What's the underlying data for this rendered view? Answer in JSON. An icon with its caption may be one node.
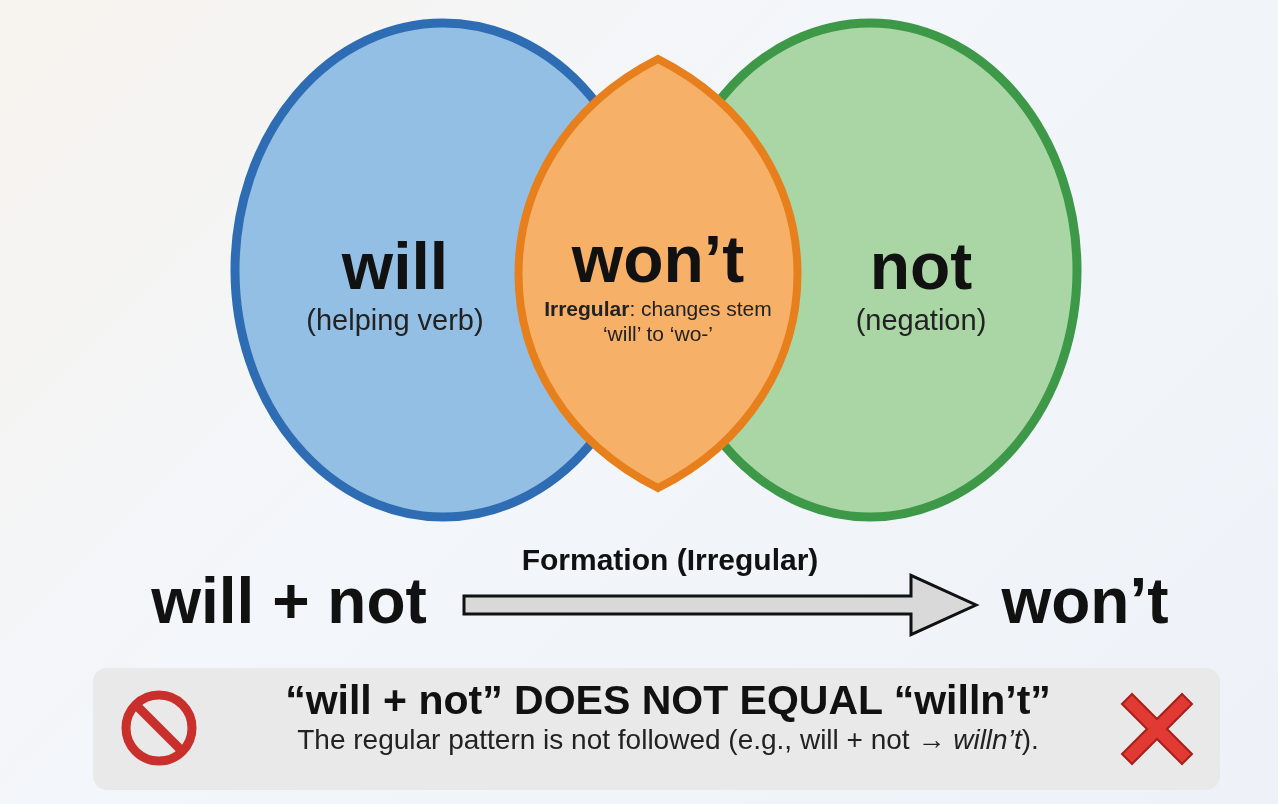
{
  "diagram": {
    "nodes": [
      {
        "text": [
          "will",
          "(helping verb)"
        ]
      },
      {
        "text": [
          "not",
          "(negation)"
        ]
      },
      {
        "text": [
          "won’t",
          "**Irregular**: changes stem ‘will’ to ‘wo-’"
        ]
      },
      {
        "text": [
          "will + not"
        ]
      },
      {
        "text": [
          "won’t"
        ]
      },
      {
        "text": [
          "“will + not” DOES NOT EQUAL “willn’t”",
          "The regular pattern is not followed (e.g., will + not → *willn’t*)."
        ]
      }
    ],
    "edges": [
      {
        "from": 3,
        "to": 4,
        "arrow": "to",
        "label": "Formation (Irregular)",
        "style": "thick"
      }
    ]
  }
}
